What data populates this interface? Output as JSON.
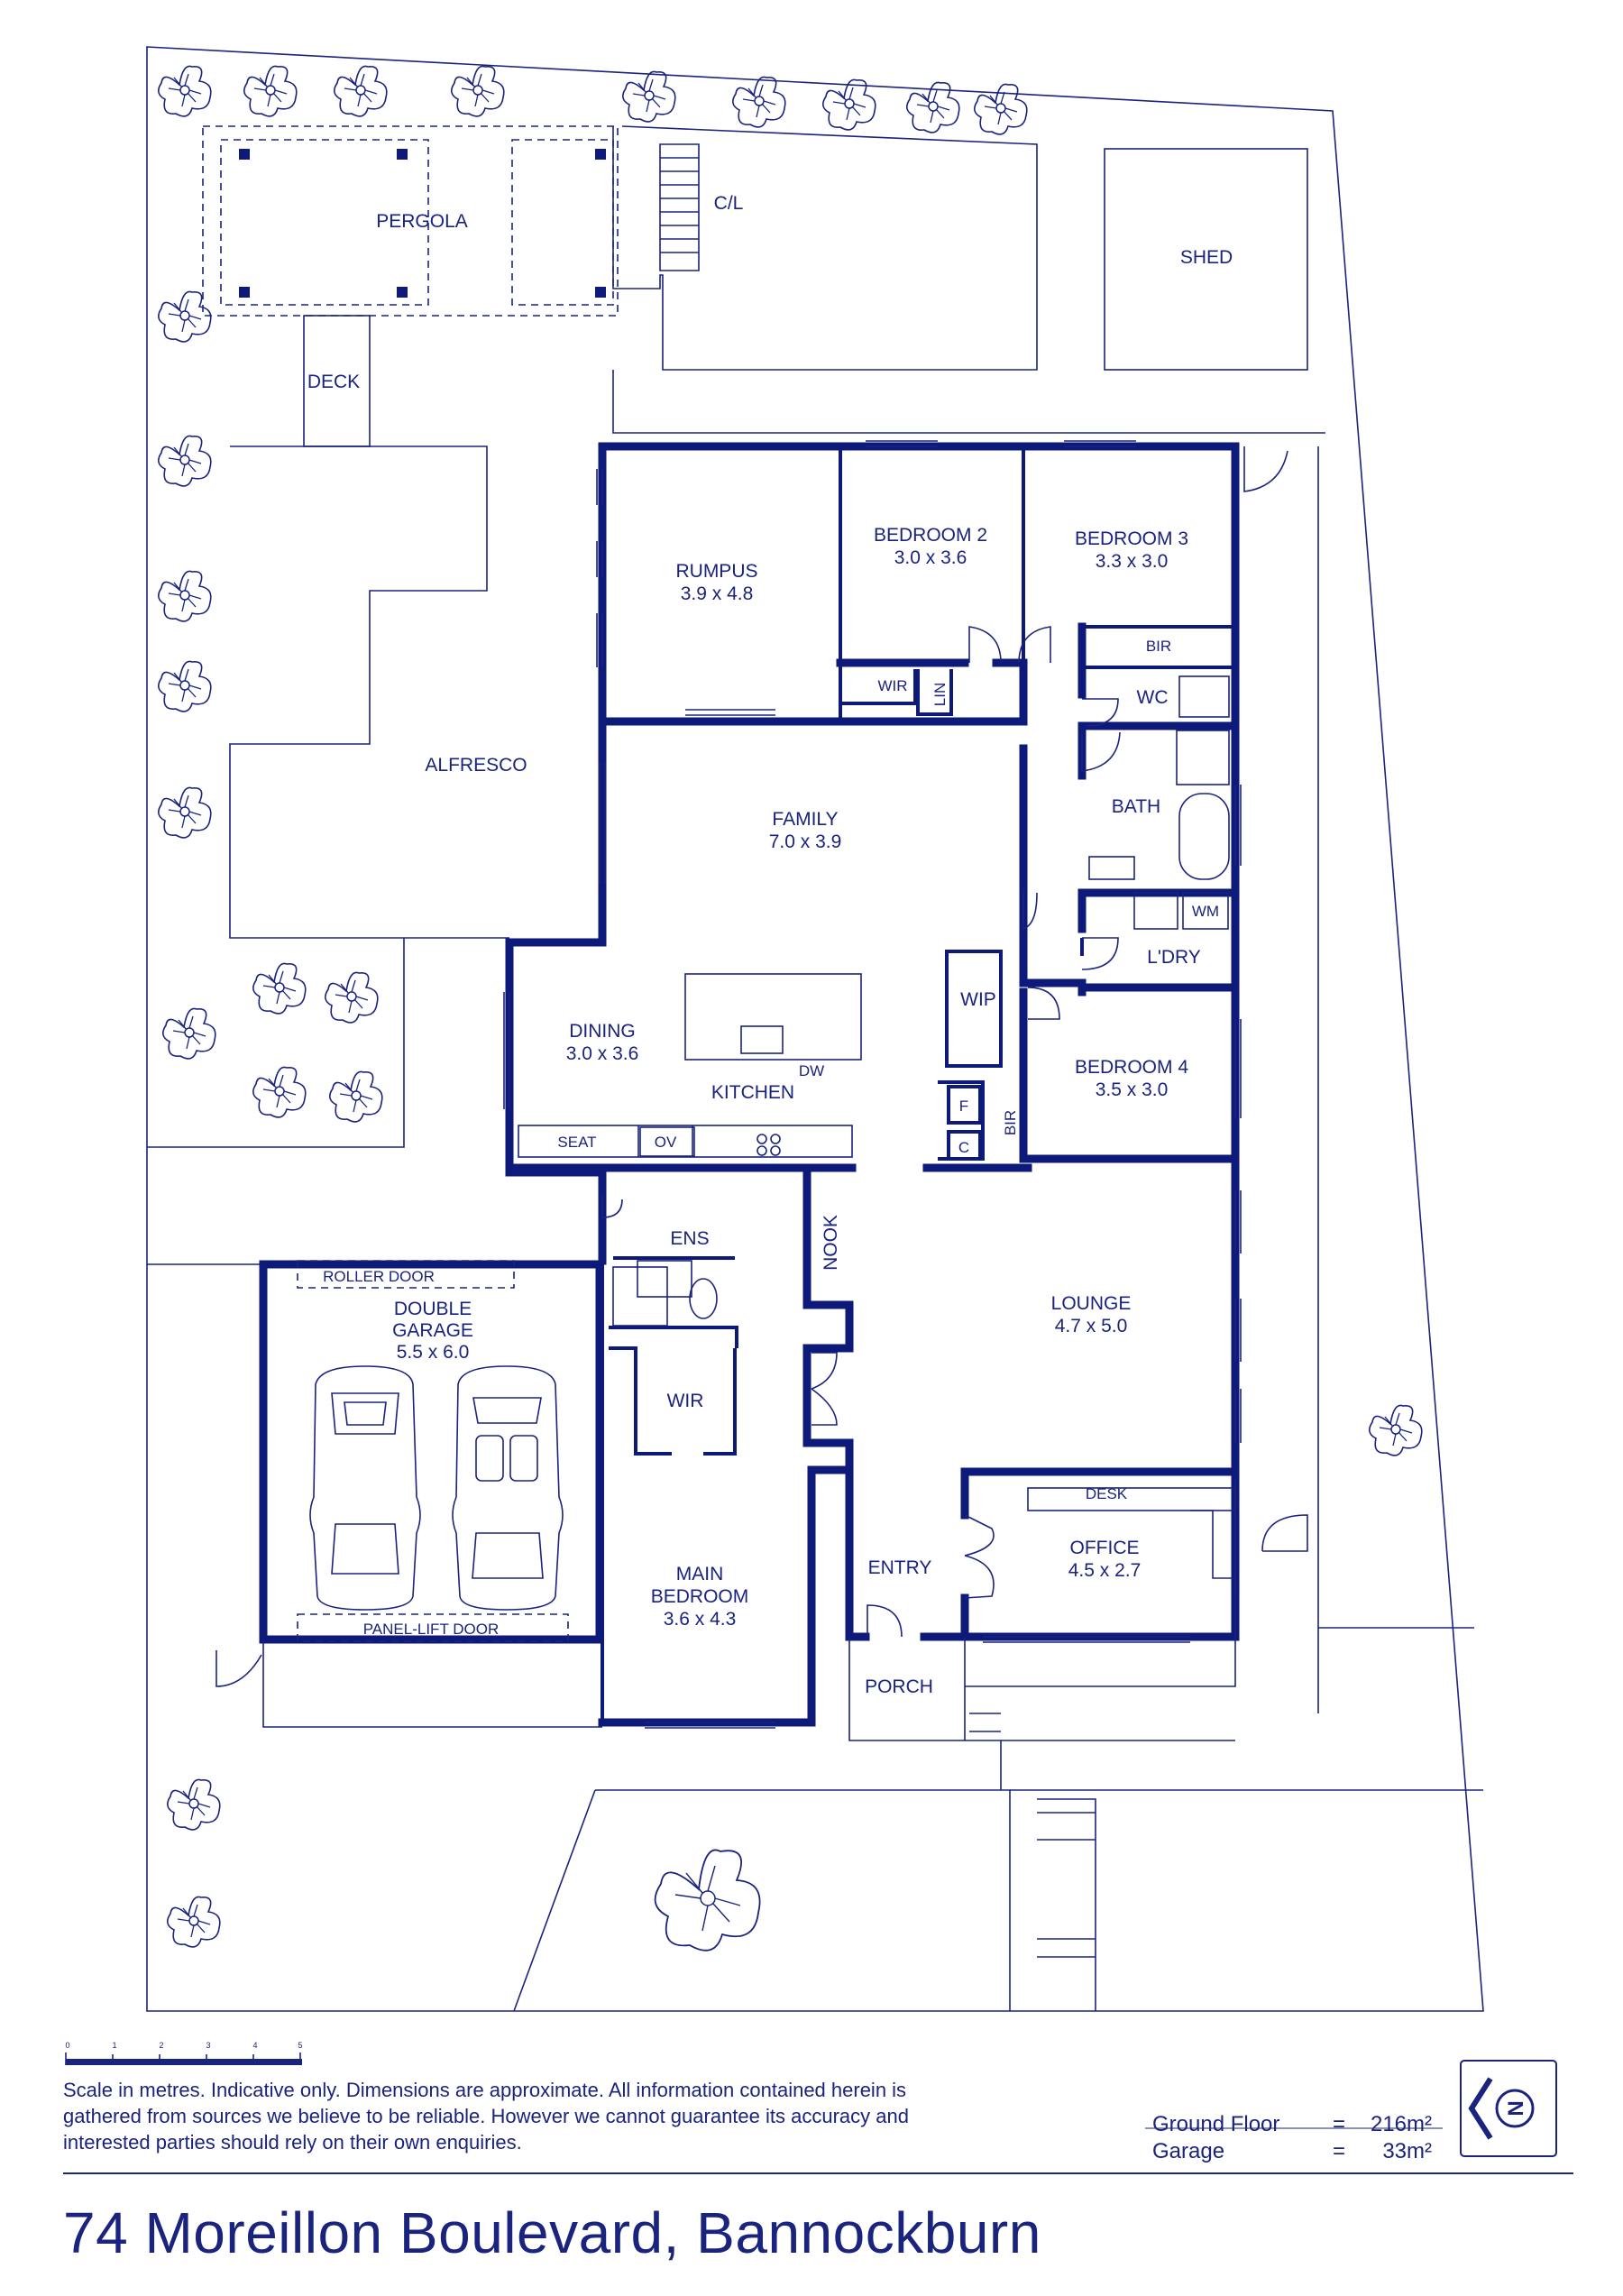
{
  "address": "74 Moreillon Boulevard, Bannockburn",
  "disclaimer": "Scale in metres. Indicative only. Dimensions are approximate. All information contained herein is gathered from sources we believe to be reliable. However we cannot guarantee its accuracy and interested parties should rely on their own enquiries.",
  "scale_ticks": [
    "0",
    "1",
    "2",
    "3",
    "4",
    "5"
  ],
  "areas": [
    {
      "label": "Ground Floor",
      "eq": "=",
      "value": "216m²"
    },
    {
      "label": "Garage",
      "eq": "=",
      "value": "33m²"
    }
  ],
  "compass_letter": "N",
  "rooms": {
    "pergola": {
      "name": "PERGOLA",
      "dims": ""
    },
    "cl": {
      "name": "C/L",
      "dims": ""
    },
    "shed": {
      "name": "SHED",
      "dims": ""
    },
    "deck": {
      "name": "DECK",
      "dims": ""
    },
    "alfresco": {
      "name": "ALFRESCO",
      "dims": ""
    },
    "rumpus": {
      "name": "RUMPUS",
      "dims": "3.9 x 4.8"
    },
    "bedroom2": {
      "name": "BEDROOM 2",
      "dims": "3.0 x 3.6"
    },
    "bedroom3": {
      "name": "BEDROOM 3",
      "dims": "3.3 x 3.0"
    },
    "bir1": {
      "name": "BIR",
      "dims": ""
    },
    "wir1": {
      "name": "WIR",
      "dims": ""
    },
    "lin": {
      "name": "LIN",
      "dims": ""
    },
    "wc": {
      "name": "WC",
      "dims": ""
    },
    "bath": {
      "name": "BATH",
      "dims": ""
    },
    "wm": {
      "name": "WM",
      "dims": ""
    },
    "ldry": {
      "name": "L'DRY",
      "dims": ""
    },
    "family": {
      "name": "FAMILY",
      "dims": "7.0 x 3.9"
    },
    "wip": {
      "name": "WIP",
      "dims": ""
    },
    "dining": {
      "name": "DINING",
      "dims": "3.0 x 3.6"
    },
    "kitchen": {
      "name": "KITCHEN",
      "dims": ""
    },
    "dw": {
      "name": "DW",
      "dims": ""
    },
    "f": {
      "name": "F",
      "dims": ""
    },
    "c": {
      "name": "C",
      "dims": ""
    },
    "bir2": {
      "name": "BIR",
      "dims": ""
    },
    "bedroom4": {
      "name": "BEDROOM 4",
      "dims": "3.5 x 3.0"
    },
    "seat": {
      "name": "SEAT",
      "dims": ""
    },
    "ov": {
      "name": "OV",
      "dims": ""
    },
    "ens": {
      "name": "ENS",
      "dims": ""
    },
    "nook": {
      "name": "NOOK",
      "dims": ""
    },
    "lounge": {
      "name": "LOUNGE",
      "dims": "4.7 x 5.0"
    },
    "roller": {
      "name": "ROLLER DOOR",
      "dims": ""
    },
    "garage": {
      "name": "DOUBLE GARAGE",
      "line1": "DOUBLE",
      "line2": "GARAGE",
      "dims": "5.5 x 6.0"
    },
    "wir2": {
      "name": "WIR",
      "dims": ""
    },
    "desk": {
      "name": "DESK",
      "dims": ""
    },
    "office": {
      "name": "OFFICE",
      "dims": "4.5 x 2.7"
    },
    "entry": {
      "name": "ENTRY",
      "dims": ""
    },
    "mainbed": {
      "name": "MAIN BEDROOM",
      "line1": "MAIN",
      "line2": "BEDROOM",
      "dims": "3.6 x 4.3"
    },
    "panel": {
      "name": "PANEL-LIFT DOOR",
      "dims": ""
    },
    "porch": {
      "name": "PORCH",
      "dims": ""
    }
  }
}
